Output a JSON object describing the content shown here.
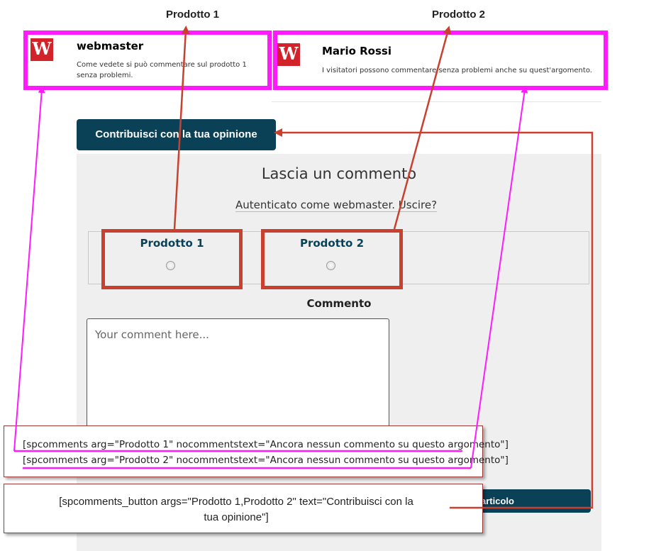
{
  "columns": {
    "left_title": "Prodotto 1",
    "right_title": "Prodotto 2"
  },
  "comments": [
    {
      "avatar_letter": "W",
      "author": "webmaster",
      "text": "Come vedete si può commentare sul prodotto 1 senza problemi."
    },
    {
      "avatar_letter": "W",
      "author": "Mario Rossi",
      "text": "I visitatori possono commentare senza problemi anche su quest'argomento."
    }
  ],
  "cta_button": {
    "label": "Contribuisci con la tua opinione"
  },
  "form": {
    "heading": "Lascia un commento",
    "logged_in": "Autenticato come webmaster. Uscire?",
    "options": [
      {
        "label": "Prodotto 1"
      },
      {
        "label": "Prodotto 2"
      }
    ],
    "comment_label": "Commento",
    "comment_placeholder": "Your comment here...",
    "submit_label_visible": "articolo"
  },
  "shortcodes": {
    "spcomments_1": "[spcomments arg=\"Prodotto 1\" nocommentstext=\"Ancora nessun commento su questo argomento\"]",
    "spcomments_2": "[spcomments arg=\"Prodotto 2\" nocommentstext=\"Ancora nessun commento su questo argomento\"]",
    "button_line1": "[spcomments_button args=\"Prodotto 1,Prodotto 2\" text=\"Contribuisci con la",
    "button_line2": "tua opinione\"]"
  },
  "colors": {
    "annotation_magenta": "#ff1aff",
    "annotation_red": "#c9402e",
    "brand_dark": "#0b4157",
    "form_bg": "#efefef"
  }
}
